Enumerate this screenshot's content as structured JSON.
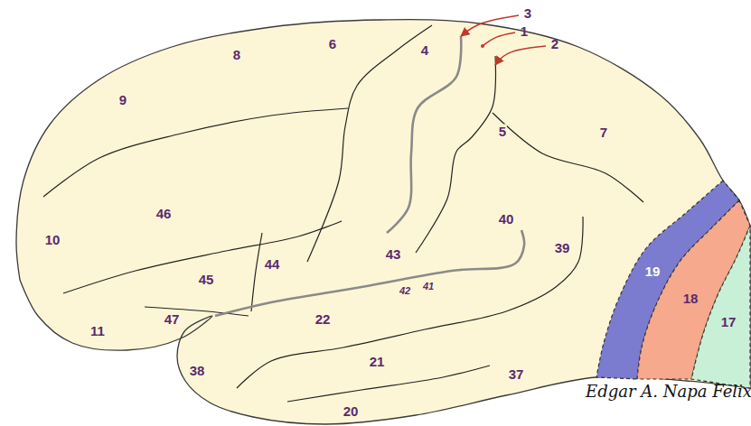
{
  "diagram": {
    "nodes": [
      {
        "text": [
          "19"
        ]
      },
      {
        "text": [
          "18"
        ]
      },
      {
        "text": [
          "17"
        ]
      }
    ],
    "labels": [
      "3",
      "1",
      "2",
      "8",
      "6",
      "4",
      "9",
      "5",
      "7",
      "46",
      "40",
      "10",
      "39",
      "43",
      "44",
      "45",
      "42",
      "41",
      "22",
      "47",
      "11",
      "21",
      "38",
      "37",
      "20",
      "Edgar A. Napa Felix"
    ]
  }
}
